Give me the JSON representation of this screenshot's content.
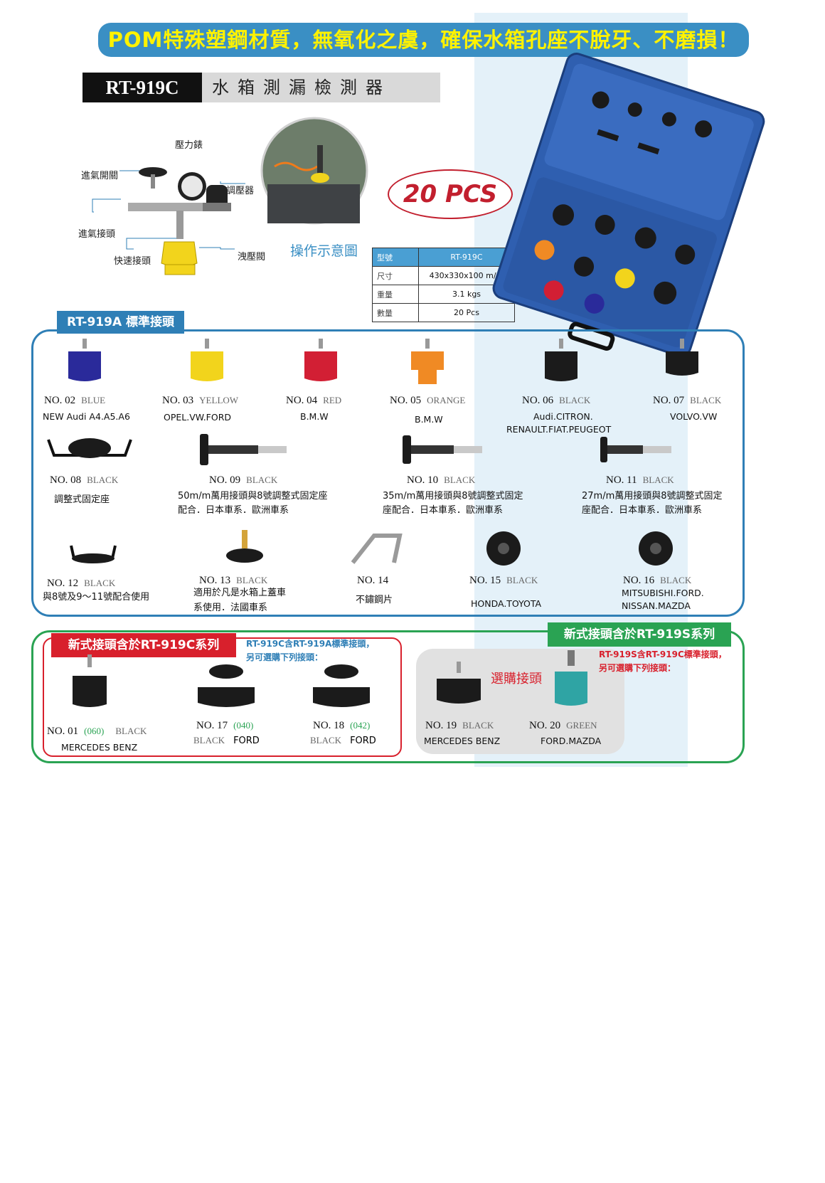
{
  "banner": "POM特殊塑鋼材質，無氧化之虞，確保水箱孔座不脫牙、不磨損！",
  "header": {
    "model": "RT-919C",
    "name": "水箱測漏檢測器"
  },
  "diagram": {
    "labels": {
      "gauge": "壓力錶",
      "inlet_switch": "進氣開關",
      "regulator": "調壓器",
      "inlet_joint": "進氣接頭",
      "quick_joint": "快速接頭",
      "relief_valve": "洩壓閥"
    },
    "demo_caption": "操作示意圖"
  },
  "pcs_badge": "20 PCS",
  "spec": {
    "rows": [
      {
        "key": "型號",
        "value": "RT-919C"
      },
      {
        "key": "尺寸",
        "value": "430x330x100 m/m"
      },
      {
        "key": "重量",
        "value": "3.1 kgs"
      },
      {
        "key": "數量",
        "value": "20 Pcs"
      }
    ]
  },
  "standard": {
    "title": "RT-919A 標準接頭",
    "items": [
      {
        "no": "NO. 02",
        "color": "BLUE",
        "desc": "NEW Audi A4.A5.A6",
        "cap": "#2a2a9a"
      },
      {
        "no": "NO. 03",
        "color": "YELLOW",
        "desc": "OPEL.VW.FORD",
        "cap": "#f2d41c"
      },
      {
        "no": "NO. 04",
        "color": "RED",
        "desc": "B.M.W",
        "cap": "#d21f34"
      },
      {
        "no": "NO. 05",
        "color": "ORANGE",
        "desc": "B.M.W",
        "cap": "#f08a24"
      },
      {
        "no": "NO. 06",
        "color": "BLACK",
        "desc1": "Audi.CITRON.",
        "desc2": "RENAULT.FIAT.PEUGEOT",
        "cap": "#1b1b1b"
      },
      {
        "no": "NO. 07",
        "color": "BLACK",
        "desc": "VOLVO.VW",
        "cap": "#1b1b1b"
      },
      {
        "no": "NO. 08",
        "color": "BLACK",
        "desc": "調整式固定座"
      },
      {
        "no": "NO. 09",
        "color": "BLACK",
        "desc1": "50m/m萬用接頭與8號調整式固定座",
        "desc2": "配合．日本車系．歐洲車系"
      },
      {
        "no": "NO. 10",
        "color": "BLACK",
        "desc1": "35m/m萬用接頭與8號調整式固定",
        "desc2": "座配合．日本車系．歐洲車系"
      },
      {
        "no": "NO. 11",
        "color": "BLACK",
        "desc1": "27m/m萬用接頭與8號調整式固定",
        "desc2": "座配合．日本車系．歐洲車系"
      },
      {
        "no": "NO. 12",
        "color": "BLACK",
        "desc": "與8號及9～11號配合使用"
      },
      {
        "no": "NO. 13",
        "color": "BLACK",
        "desc1": "適用於凡是水箱上蓋車",
        "desc2": "系使用．法國車系"
      },
      {
        "no": "NO. 14",
        "desc": "不鏽鋼片"
      },
      {
        "no": "NO. 15",
        "color": "BLACK",
        "desc": "HONDA.TOYOTA"
      },
      {
        "no": "NO. 16",
        "color": "BLACK",
        "desc1": "MITSUBISHI.FORD.",
        "desc2": "NISSAN.MAZDA"
      }
    ]
  },
  "new_c": {
    "title": "新式接頭含於RT-919C系列",
    "note1": "RT-919C含RT-919A標準接頭，",
    "note2": "另可選購下列接頭：",
    "items": [
      {
        "no": "NO. 01",
        "code": "(060)",
        "color": "BLACK",
        "desc": "MERCEDES BENZ"
      },
      {
        "no": "NO. 17",
        "code": "(040)",
        "color": "BLACK",
        "desc": "FORD"
      },
      {
        "no": "NO. 18",
        "code": "(042)",
        "color": "BLACK",
        "desc": "FORD"
      }
    ]
  },
  "new_s": {
    "title": "新式接頭含於RT-919S系列",
    "note1": "RT-919S含RT-919C標準接頭，",
    "note2": "另可選購下列接頭：",
    "optional_label": "選購接頭",
    "items": [
      {
        "no": "NO. 19",
        "color": "BLACK",
        "desc": "MERCEDES BENZ"
      },
      {
        "no": "NO. 20",
        "color": "GREEN",
        "desc": "FORD.MAZDA"
      }
    ]
  },
  "colors": {
    "accent_blue": "#2f7fb6",
    "banner_text": "#fff200",
    "red": "#d8202c",
    "green": "#2aa353"
  }
}
